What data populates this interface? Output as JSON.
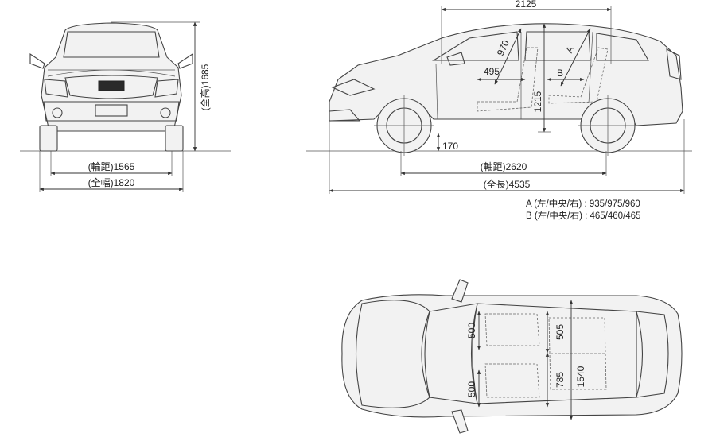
{
  "front_view": {
    "height_label": "(全高)1685",
    "tread_label": "(輪距)1565",
    "width_label": "(全幅)1820"
  },
  "side_view": {
    "top_dim": "2125",
    "ground_clearance": "170",
    "wheelbase_label": "(軸距)2620",
    "length_label": "(全長)4535",
    "diag_970": "970",
    "dim_495": "495",
    "interior_height": "1215",
    "label_a": "A",
    "label_b": "B"
  },
  "notes": {
    "a": "A (左/中央/右) : 935/975/960",
    "b": "B (左/中央/右) : 465/460/465"
  },
  "top_view": {
    "front_seat_width_upper": "500",
    "front_seat_width_lower": "500",
    "rear_seat_upper": "505",
    "rear_seat_lower": "785",
    "rear_total": "1540"
  }
}
